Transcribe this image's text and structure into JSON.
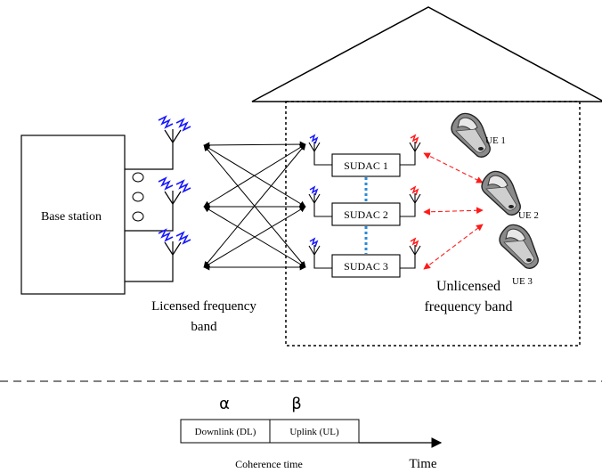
{
  "base_station": {
    "label": "Base station"
  },
  "sudacs": [
    {
      "label": "SUDAC 1"
    },
    {
      "label": "SUDAC 2"
    },
    {
      "label": "SUDAC 3"
    }
  ],
  "user_equipment": [
    {
      "label": "UE 1"
    },
    {
      "label": "UE 2"
    },
    {
      "label": "UE 3"
    }
  ],
  "licensed_band": {
    "line1": "Licensed frequency",
    "line2": "band"
  },
  "unlicensed_band": {
    "line1": "Unlicensed",
    "line2": "frequency band"
  },
  "timeline": {
    "alpha": "α",
    "beta": "β",
    "downlink_label": "Downlink (DL)",
    "uplink_label": "Uplink (UL)",
    "coherence_label": "Coherence time",
    "time_label": "Time"
  },
  "colors": {
    "licensed_antenna": "#1a1aff",
    "unlicensed_antenna": "#ff1a1a",
    "unlicensed_link": "#ff1a1a",
    "sudac_link": "#2a8ad6"
  }
}
